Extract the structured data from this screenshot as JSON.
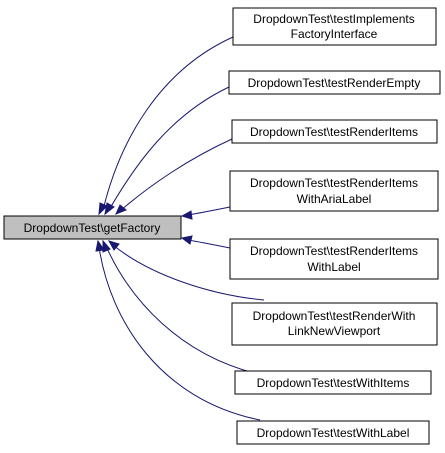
{
  "graph": {
    "focus_node": {
      "lines": [
        "DropdownTest\\getFactory"
      ]
    },
    "caller_nodes": [
      {
        "lines": [
          "DropdownTest\\testImplements",
          "FactoryInterface"
        ]
      },
      {
        "lines": [
          "DropdownTest\\testRenderEmpty"
        ]
      },
      {
        "lines": [
          "DropdownTest\\testRenderItems"
        ]
      },
      {
        "lines": [
          "DropdownTest\\testRenderItems",
          "WithAriaLabel"
        ]
      },
      {
        "lines": [
          "DropdownTest\\testRenderItems",
          "WithLabel"
        ]
      },
      {
        "lines": [
          "DropdownTest\\testRenderWith",
          "LinkNewViewport"
        ]
      },
      {
        "lines": [
          "DropdownTest\\testWithItems"
        ]
      },
      {
        "lines": [
          "DropdownTest\\testWithLabel"
        ]
      }
    ],
    "colors": {
      "edge": "#191970",
      "focus_fill": "#bfbfbf",
      "node_fill": "#ffffff",
      "border": "#000000"
    }
  }
}
